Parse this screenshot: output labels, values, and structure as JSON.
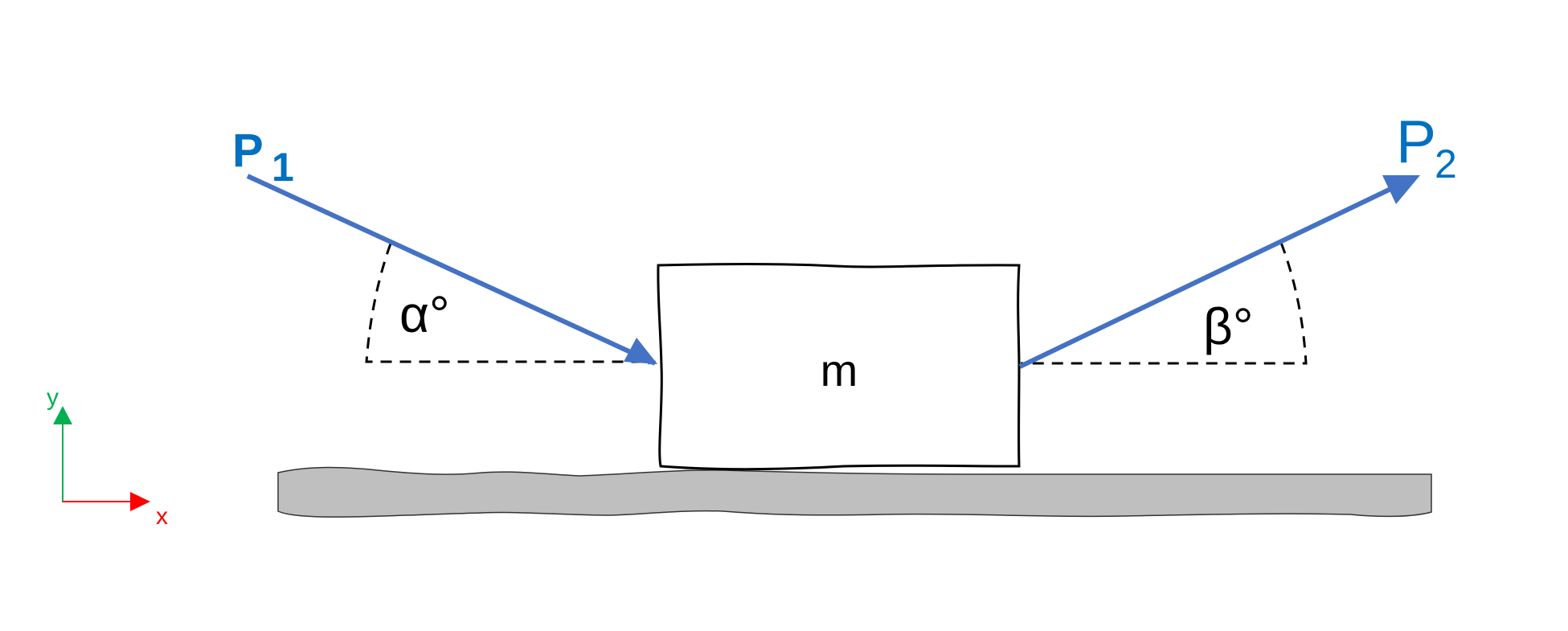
{
  "labels": {
    "force1": "P",
    "force1_sub": "1",
    "force2": "P",
    "force2_sub": "2",
    "angle_alpha": "α°",
    "angle_beta": "β°",
    "mass": "m",
    "axis_x": "x",
    "axis_y": "y"
  },
  "colors": {
    "force_line": "#4472C4",
    "force_label": "#0070C0",
    "axis_x": "#FF0000",
    "axis_y": "#00B050",
    "ground": "#BFBFBF"
  }
}
